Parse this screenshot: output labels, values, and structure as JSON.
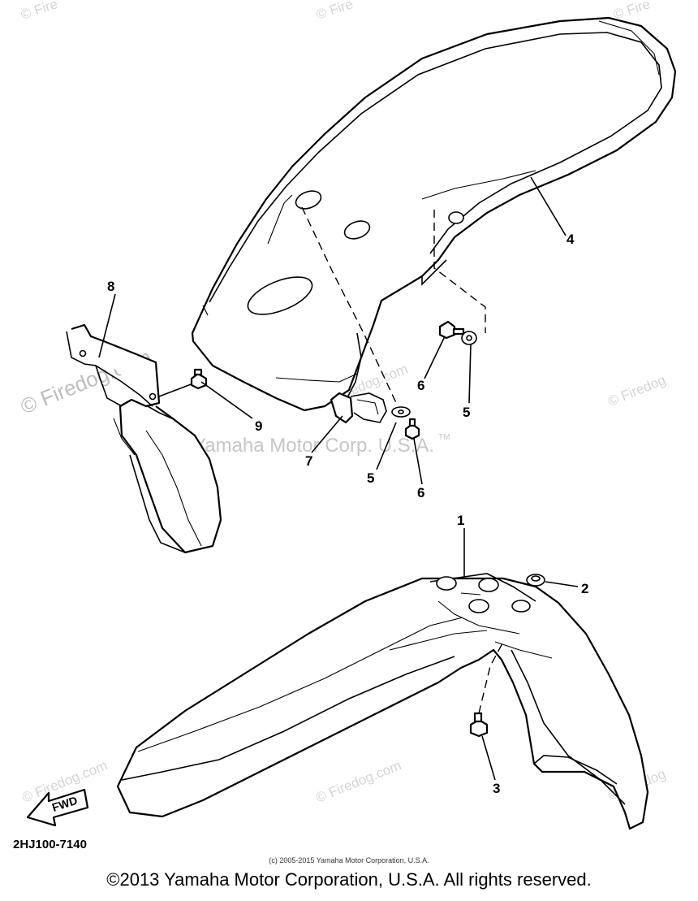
{
  "watermarks": {
    "top_left": "© Fire",
    "top_center": "© Fire",
    "top_right": "© Fire",
    "mid_left": "© Firedog.com",
    "mid_center": "© Firedog.com",
    "mid_right": "© Firedog",
    "bottom_left": "© Firedog.com",
    "bottom_center": "© Firedog.com",
    "bottom_right": "© Firedog",
    "trademark": "Yamaha Motor Corp. U.S.A.",
    "tm": "TM"
  },
  "callouts": {
    "c1": "1",
    "c2": "2",
    "c3": "3",
    "c4": "4",
    "c5a": "5",
    "c5b": "5",
    "c6a": "6",
    "c6b": "6",
    "c7": "7",
    "c8": "8",
    "c9": "9"
  },
  "fwd_label": "FWD",
  "diagram_code": "2HJ100-7140",
  "small_copyright": "(c) 2005-2015 Yamaha Motor Corporation, U.S.A.",
  "footer_copyright": "©2013 Yamaha Motor Corporation, U.S.A. All rights reserved."
}
